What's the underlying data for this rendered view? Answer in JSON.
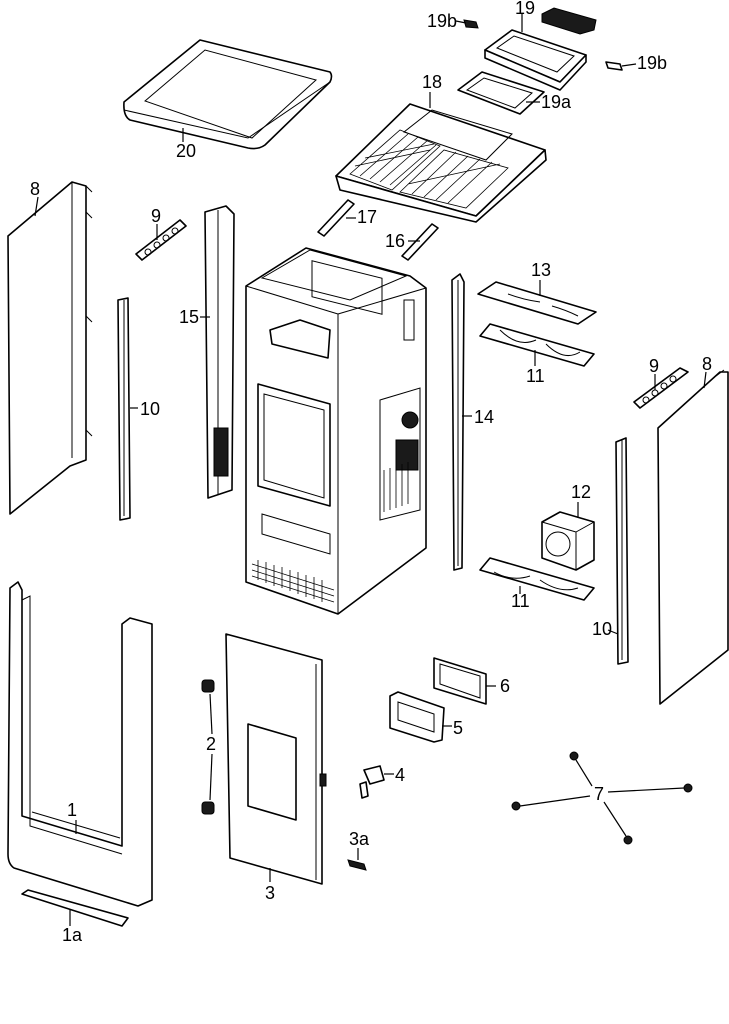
{
  "labels": {
    "p1": "1",
    "p1a": "1a",
    "p2": "2",
    "p3": "3",
    "p3a": "3a",
    "p4": "4",
    "p5": "5",
    "p6": "6",
    "p7": "7",
    "p8_left": "8",
    "p8_right": "8",
    "p9_left": "9",
    "p9_right": "9",
    "p10_left": "10",
    "p10_right": "10",
    "p11_upper": "11",
    "p11_lower": "11",
    "p12": "12",
    "p13": "13",
    "p14": "14",
    "p15": "15",
    "p16": "16",
    "p17": "17",
    "p18": "18",
    "p19": "19",
    "p19a": "19a",
    "p19b_left": "19b",
    "p19b_right": "19b",
    "p20": "20"
  }
}
